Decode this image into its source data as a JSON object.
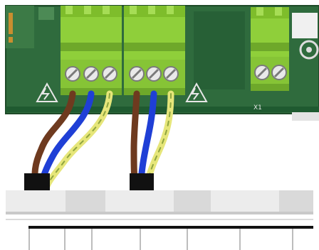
{
  "scene": {
    "subject": "terminal-block-wiring",
    "terminal_blocks": [
      {
        "id": "block-1",
        "screws": 3
      },
      {
        "id": "block-2",
        "screws": 3
      },
      {
        "id": "block-3",
        "screws": 2
      }
    ],
    "wire_groups": [
      {
        "id": "group-1",
        "wires": [
          "brown",
          "blue",
          "yellow-green"
        ]
      },
      {
        "id": "group-2",
        "wires": [
          "brown",
          "blue",
          "yellow-green"
        ]
      }
    ],
    "silk_marks": [
      "X1"
    ],
    "colors": {
      "pcb": "#2f6b3d",
      "terminal": "#8fcf3a",
      "brown_wire": "#6e3a1f",
      "blue_wire": "#1f3fd6",
      "yellow_wire": "#e6e67a",
      "sleeve": "#111111",
      "housing": "#ececec"
    }
  }
}
